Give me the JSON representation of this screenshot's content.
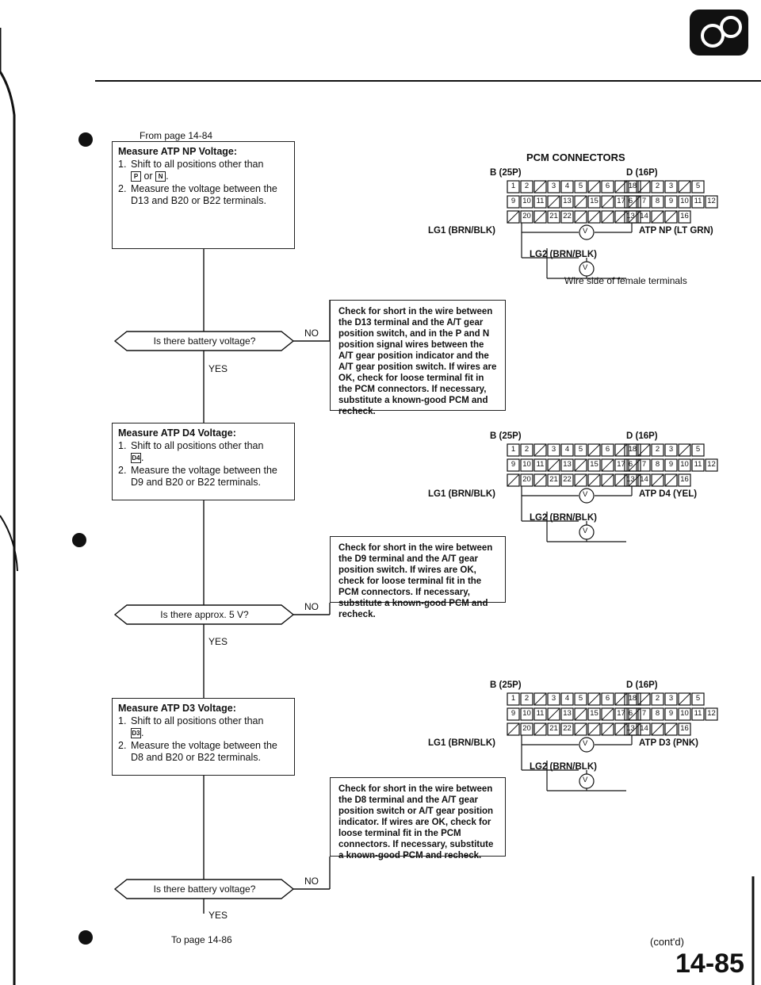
{
  "nav": {
    "from_page": "From page 14-84",
    "to_page": "To page 14-86",
    "contd": "(cont'd)",
    "page_number": "14-85"
  },
  "flow": [
    {
      "measure_title": "Measure ATP NP Voltage:",
      "step1a": "Shift to all positions other than",
      "step1b": "or",
      "step1_keys": [
        "P",
        "N"
      ],
      "step2": "Measure the voltage between the D13 and B20 or B22 terminals.",
      "question": "Is there battery voltage?",
      "check": "Check for short in the wire between the D13 terminal and the A/T gear position switch, and in the P and N position signal wires between the A/T gear position indicator and the A/T gear position switch. If wires are OK, check for loose terminal fit in the PCM connectors. If necessary, substitute a known-good PCM and recheck."
    },
    {
      "measure_title": "Measure ATP D4 Voltage:",
      "step1a": "Shift to all positions other than",
      "step1_keys": [
        "D4"
      ],
      "step2": "Measure the voltage between the D9 and B20 or B22 terminals.",
      "question": "Is there approx. 5 V?",
      "check": "Check for short in the wire between the D9 terminal and the A/T gear position switch. If wires are OK, check for loose terminal fit in the PCM connectors. If necessary, substitute a known-good PCM and recheck."
    },
    {
      "measure_title": "Measure ATP D3 Voltage:",
      "step1a": "Shift to all positions other than",
      "step1_keys": [
        "D3"
      ],
      "step2": "Measure the voltage between the D8 and B20 or B22 terminals.",
      "question": "Is there battery voltage?",
      "check": "Check for short in the wire between the D8 terminal and the A/T gear position switch or A/T gear position indicator. If wires are OK, check for loose terminal fit in the PCM connectors. If necessary, substitute a known-good PCM and recheck."
    }
  ],
  "labels": {
    "yes": "YES",
    "no": "NO",
    "step1_num": "1.",
    "step2_num": "2."
  },
  "connectors": {
    "title": "PCM CONNECTORS",
    "wire_side": "Wire side of female terminals",
    "b_label": "B (25P)",
    "d_label": "D (16P)",
    "lg1": "LG1 (BRN/BLK)",
    "lg2": "LG2 (BRN/BLK)",
    "v": "V",
    "b_rows": [
      [
        "1",
        "2",
        "",
        "3",
        "4",
        "5",
        "",
        "6",
        "",
        "8"
      ],
      [
        "9",
        "10",
        "11",
        "",
        "13",
        "",
        "15",
        "",
        "17",
        ""
      ],
      [
        "",
        "20",
        "",
        "21",
        "22",
        "",
        "",
        "",
        "",
        ""
      ]
    ],
    "d_rows": [
      [
        "1",
        "",
        "2",
        "3",
        "",
        "5"
      ],
      [
        "6",
        "7",
        "8",
        "9",
        "10",
        "11",
        "12"
      ],
      [
        "13",
        "14",
        "",
        "",
        "16"
      ]
    ],
    "atp": [
      "ATP NP (LT GRN)",
      "ATP D4 (YEL)",
      "ATP D3 (PNK)"
    ]
  }
}
